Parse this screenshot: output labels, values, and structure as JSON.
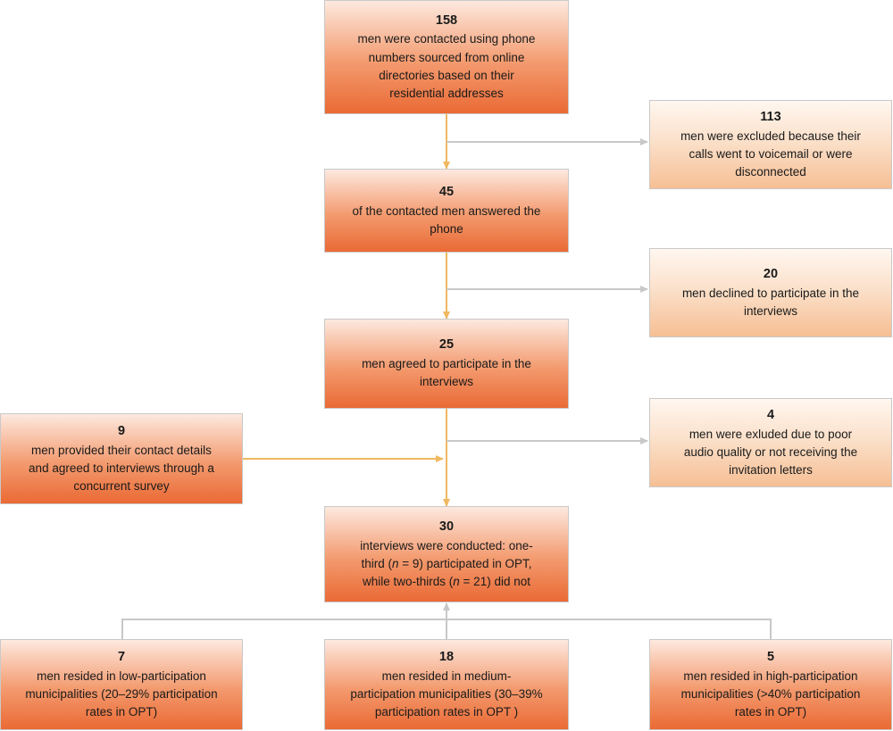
{
  "boxes": {
    "contacted": {
      "number": "158",
      "text": "men were contacted using phone\nnumbers sourced from online\ndirectories based on their\nresidential addresses"
    },
    "excluded_voicemail": {
      "number": "113",
      "text": "men were excluded  because their\ncalls went to voicemail or were\ndisconnected"
    },
    "answered": {
      "number": "45",
      "text": "of the contacted men answered the\nphone"
    },
    "declined": {
      "number": "20",
      "text": "men declined to participate in the\ninterviews"
    },
    "agreed": {
      "number": "25",
      "text": "men agreed to participate in the\ninterviews"
    },
    "survey": {
      "number": "9",
      "text": "men provided their contact details\nand agreed to interviews through a\nconcurrent survey"
    },
    "excluded_audio": {
      "number": "4",
      "text": "men were exluded due to poor\naudio quality or not receiving the\ninvitation letters"
    },
    "conducted": {
      "number": "30",
      "line1": "interviews  were conducted: one-",
      "line2_pre": "third (",
      "n": "n",
      "line2_post": " = 9) participated in OPT,",
      "line3_pre": "while two-thirds (",
      "line3_post": " = 21) did not"
    },
    "low": {
      "number": "7",
      "text": "men resided in low-participation\nmunicipalities (20–29% participation\nrates in OPT)"
    },
    "medium": {
      "number": "18",
      "text": "men resided in medium-\nparticipation municipalities (30–39%\nparticipation rates  in OPT )"
    },
    "high": {
      "number": "5",
      "text": "men resided in high-participation\nmunicipalities (>40% participation\nrates in OPT)"
    }
  },
  "colors": {
    "main_flow_arrow": "#f0b860",
    "side_arrow": "#c8c8c8",
    "main_box": "#ea6a35",
    "side_box": "#f6bf94"
  }
}
